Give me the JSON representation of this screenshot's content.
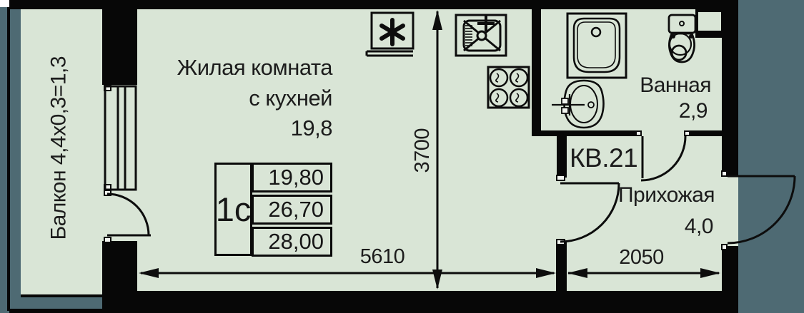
{
  "plan": {
    "apartment_label": "КВ.21",
    "labels": {
      "balcony": "Балкон 4,4х0,3=1,3",
      "main_room_line1": "Жилая комната",
      "main_room_line2": "с кухней",
      "main_room_area": "19,8",
      "bathroom": "Ванная",
      "bathroom_area": "2,9",
      "hallway": "Прихожая",
      "hallway_area": "4,0"
    },
    "info_table": {
      "type": "1с",
      "living_area": "19,80",
      "usable_area": "26,70",
      "total_area": "28,00"
    },
    "dimensions": {
      "room_width": "5610",
      "hall_width": "2050",
      "room_depth": "3700"
    },
    "icons": [
      "fridge-icon",
      "kitchen-sink-icon",
      "stove-icon",
      "bathtub-icon",
      "toilet-icon",
      "washbasin-icon",
      "door-swing-arc",
      "dimension-arrow"
    ],
    "colors": {
      "floor": "#d9e5d6",
      "wall": "#070707",
      "outside": "#4e6a73",
      "text": "#1c1c1c"
    }
  }
}
